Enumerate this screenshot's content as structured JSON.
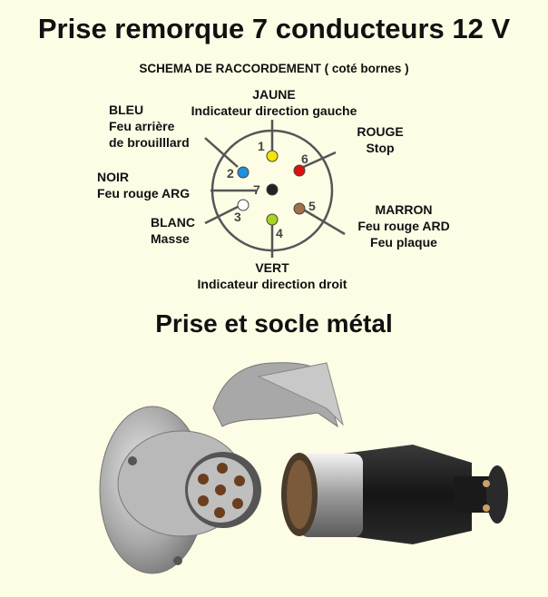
{
  "title": "Prise remorque 7 conducteurs 12 V",
  "subtitle": "SCHEMA DE RACCORDEMENT ( coté bornes )",
  "section_title": "Prise et socle métal",
  "pins": [
    {
      "number": "1",
      "color_name": "JAUNE",
      "function": "Indicateur direction gauche",
      "color": "#f5e400"
    },
    {
      "number": "2",
      "color_name": "BLEU",
      "function": "Feu arrière de brouilllard",
      "color": "#1e90e0"
    },
    {
      "number": "3",
      "color_name": "BLANC",
      "function": "Masse",
      "color": "#ffffff"
    },
    {
      "number": "4",
      "color_name": "VERT",
      "function": "Indicateur direction droit",
      "color": "#a8d41c"
    },
    {
      "number": "5",
      "color_name": "MARRON",
      "function": "Feu rouge ARD / Feu plaque",
      "color": "#a0704a"
    },
    {
      "number": "6",
      "color_name": "ROUGE",
      "function": "Stop",
      "color": "#e01010"
    },
    {
      "number": "7",
      "color_name": "NOIR",
      "function": "Feu rouge ARG",
      "color": "#222222"
    }
  ],
  "labels": {
    "jaune": {
      "name": "JAUNE",
      "line1": "Indicateur direction gauche"
    },
    "bleu": {
      "name": "BLEU",
      "line1": "Feu arrière",
      "line2": "de brouilllard"
    },
    "rouge": {
      "name": "ROUGE",
      "line1": "Stop"
    },
    "noir": {
      "name": "NOIR",
      "line1": "Feu rouge ARG"
    },
    "blanc": {
      "name": "BLANC",
      "line1": "Masse"
    },
    "marron": {
      "name": "MARRON",
      "line1": "Feu rouge ARD",
      "line2": "Feu plaque"
    },
    "vert": {
      "name": "VERT",
      "line1": "Indicateur direction droit"
    }
  },
  "photo": {
    "description": "Metal 7-pin trailer socket and plug"
  }
}
